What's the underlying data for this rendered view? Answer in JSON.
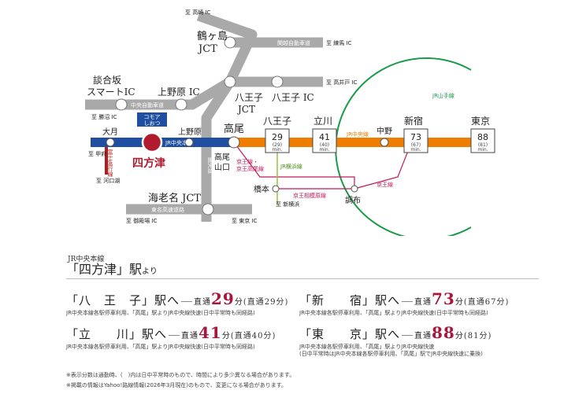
{
  "map": {
    "roads": {
      "to_takasaki": "至 高崎 IC",
      "kanetsu": "関越自動車道",
      "to_nerima": "至 練馬 IC",
      "tsurugashima_jct": [
        "鶴ヶ島",
        "JCT"
      ],
      "dangozaka_ic": [
        "談合坂",
        "スマートIC"
      ],
      "uenohara_ic": "上野原 IC",
      "chuo_expressway": "中央自動車道",
      "to_katsunuma": "至 勝沼 IC",
      "hachioji_jct": [
        "八王子",
        "JCT"
      ],
      "hachioji_ic": "八王子 IC",
      "to_takaido": "至 高井戸 IC",
      "ken_o": "圏央道",
      "ebina_jct": "海老名 JCT",
      "tomei": "東名高速道路",
      "to_gotemba": "至 御殿場 IC",
      "to_tokyo_ic": "至 東京 IC"
    },
    "stations": {
      "otsuki": "大月",
      "uenohara": "上野原",
      "takao": "高尾",
      "hachioji": "八王子",
      "tachikawa": "立川",
      "nakano": "中野",
      "shinjuku": "新宿",
      "tokyo": "東京",
      "takaosanguchi": [
        "高尾",
        "山口"
      ],
      "hashimoto": "橋本",
      "chofu": "調布",
      "shiotsu": "四方津",
      "to_kofu": "至 甲府",
      "to_kawaguchiko": "至 河口湖",
      "to_shinyokohama": "至 新横浜",
      "comore": [
        "コモア",
        "しおつ"
      ]
    },
    "lines": {
      "jr_chuo_main": "JR中央本線",
      "jr_chuo": "JR中央線",
      "fujikyu": "富士急行線",
      "keio_takao": [
        "京王線・",
        "京王高尾線"
      ],
      "jr_yokohama": "JR横浜線",
      "keio_sagamihara": "京王相模原線",
      "keio": "京王線",
      "jr_yamanote": "JR山手線"
    },
    "times": {
      "hachioji": {
        "direct": "29",
        "normal": "(29)",
        "unit": "min."
      },
      "tachikawa": {
        "direct": "41",
        "normal": "(40)",
        "unit": "min."
      },
      "shinjuku": {
        "direct": "73",
        "normal": "(67)",
        "unit": "min."
      },
      "tokyo": {
        "direct": "88",
        "normal": "(81)",
        "unit": "min."
      }
    },
    "colors": {
      "chuo_main": "#1f4fa0",
      "chuo_rapid": "#ee7d00",
      "yamanote": "#1b9a4a",
      "keio": "#c2185b",
      "yokohama": "#8dc63f",
      "fujikyu": "#b71c1c",
      "road": "#a9a9a9",
      "shiotsu": "#b01c2e"
    }
  },
  "info": {
    "line": "JR中央本線",
    "origin": "「四方津」駅",
    "yori": "より",
    "routes": [
      {
        "dest": "「八　王　子」駅へ",
        "direct": "直通",
        "min": "29",
        "unit": "分",
        "paren": "(直通29分)",
        "sub": [
          "JR中央本線各駅停車利用、「高尾」駅よりJR中央線快速(日中平常時も同経路)"
        ]
      },
      {
        "dest": "「新　　宿」駅へ",
        "direct": "直通",
        "min": "73",
        "unit": "分",
        "paren": "(直通67分)",
        "sub": [
          "JR中央本線各駅停車利用、「高尾」駅よりJR中央線快速(日中平常時も同経路)"
        ]
      },
      {
        "dest": "「立　　川」駅へ",
        "direct": "直通",
        "min": "41",
        "unit": "分",
        "paren": "(直通40分)",
        "sub": [
          "JR中央本線各駅停車利用、「高尾」駅よりJR中央線快速(日中平常時も同経路)"
        ]
      },
      {
        "dest": "「東　　京」駅へ",
        "direct": "直通",
        "min": "88",
        "unit": "分",
        "paren": "(81分)",
        "sub": [
          "JR中央本線各駅停車利用、「高尾」駅よりJR中央線快速",
          "(日中平常時はJR中央本線各駅停車利用、「高尾」駅でJR中央線快速に乗換)"
        ]
      }
    ],
    "notes": [
      "※表示分数は通勤時、(　)内は日中平常時のもので、時間により多少異なる場合があります。",
      "※掲載の情報はYahoo!路線情報(2026年3月現在)のもので、変更になる場合があります。"
    ]
  }
}
